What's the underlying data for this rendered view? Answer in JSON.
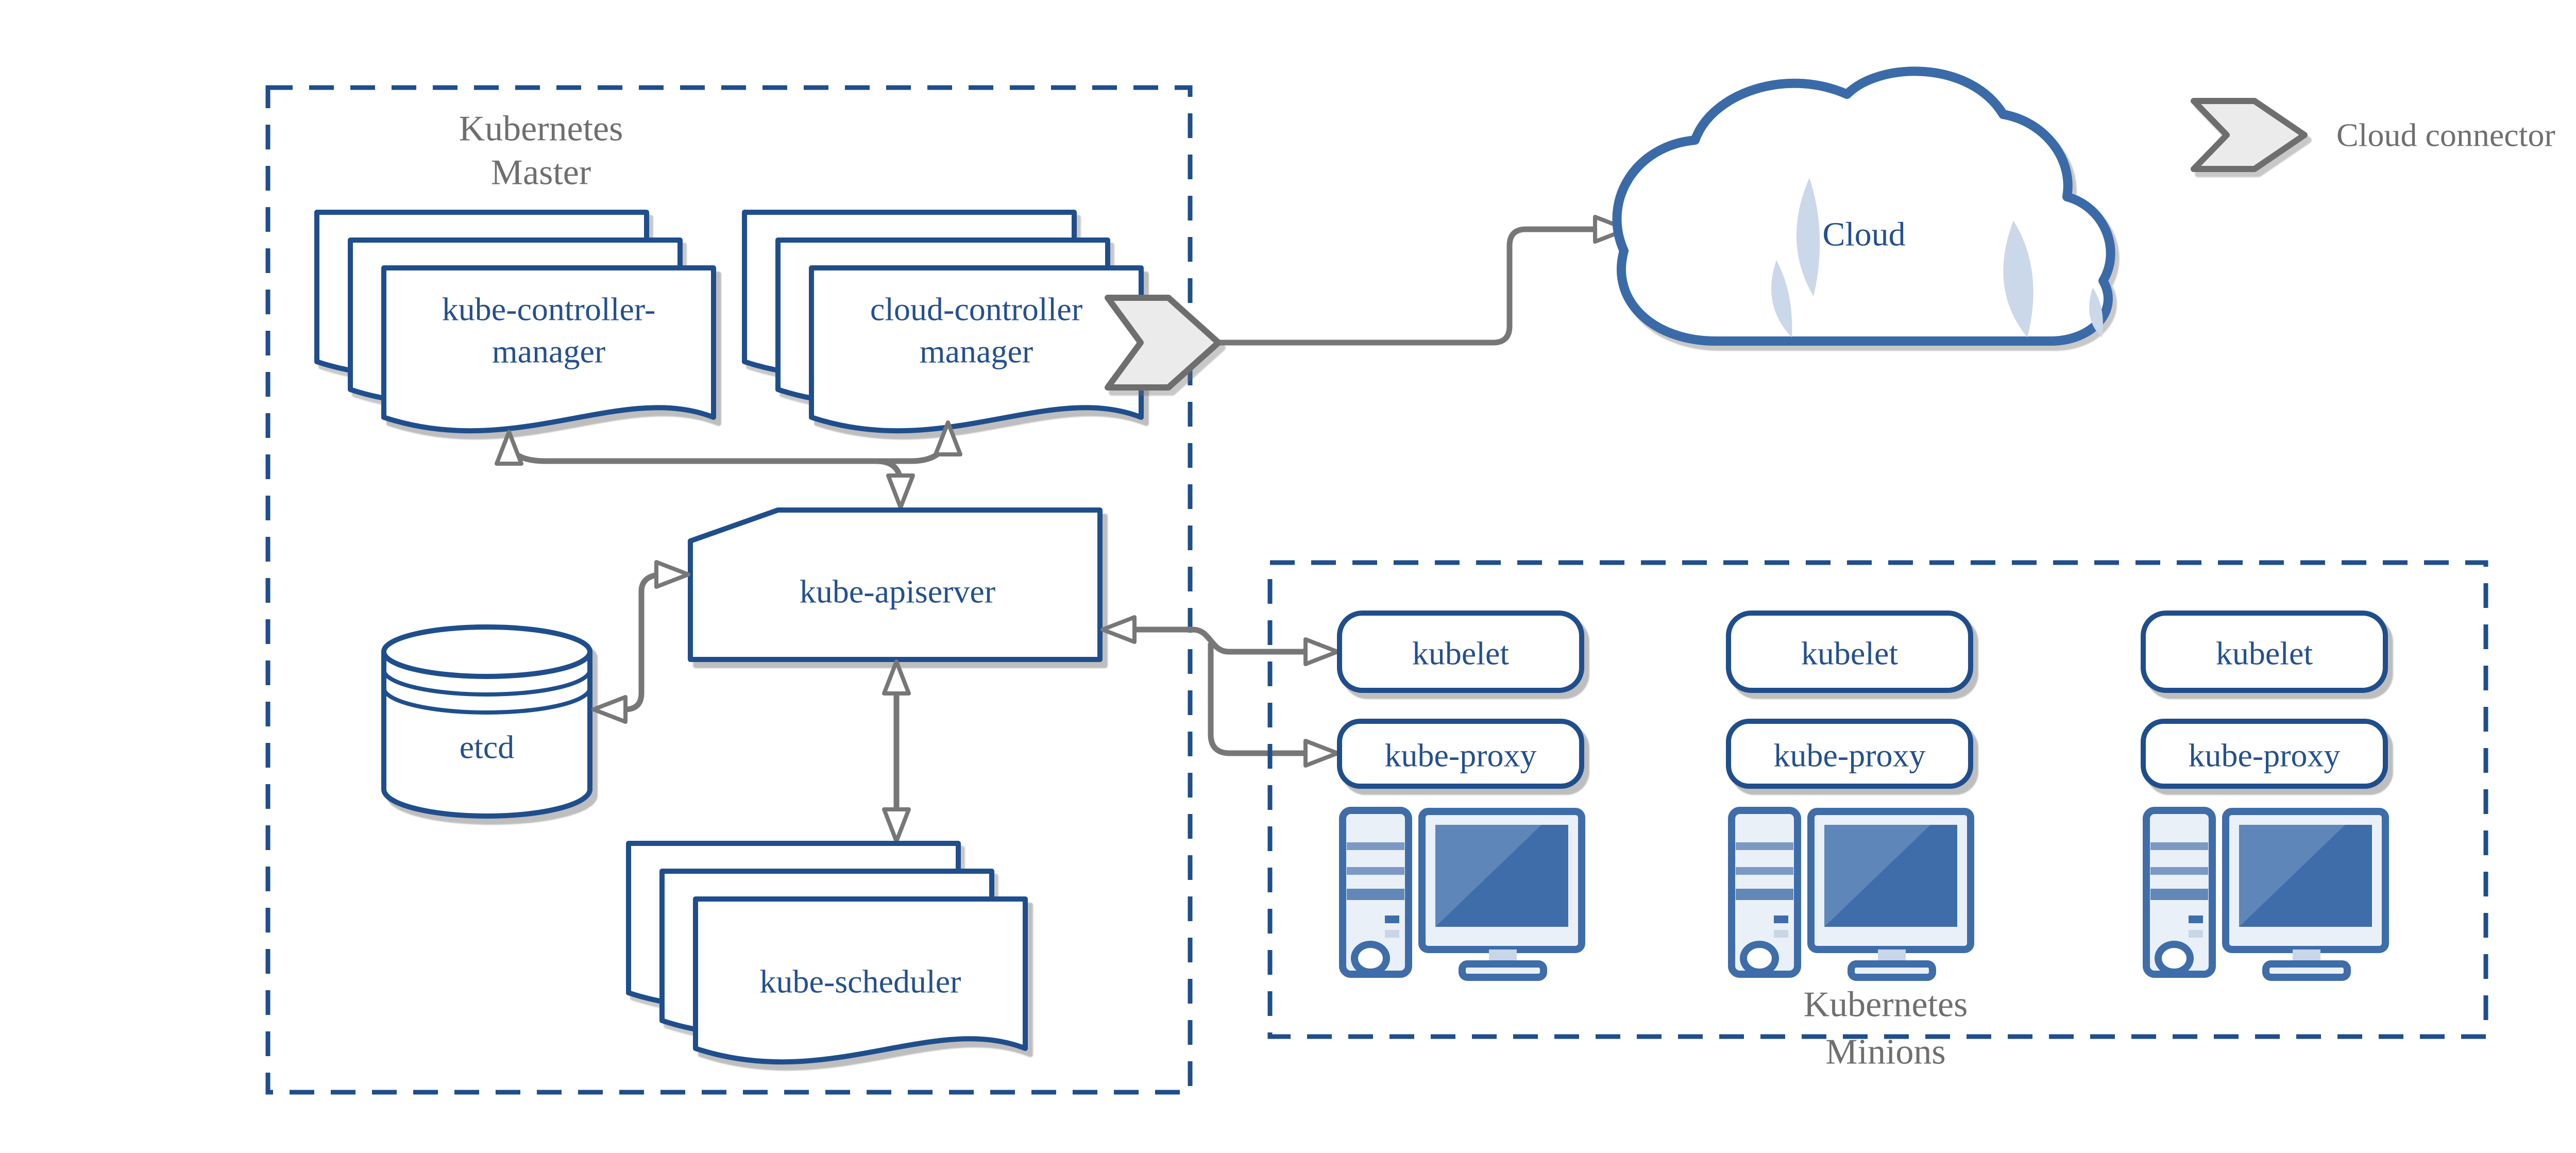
{
  "colors": {
    "node_border_blue": "#1f4e8c",
    "label_blue": "#24508f",
    "cloud_border_blue": "#3a6ba8",
    "icon_blue": "#3e6da9",
    "icon_light_fill": "#eaf0f8",
    "screen_highlight": "#5f86b9",
    "crescent_blue": "#cbd8ea",
    "connector_gray": "#777777",
    "gray_text": "#6f6f6f",
    "chevron_fill": "#ebebeb",
    "chevron_border": "#6e6e6e"
  },
  "master": {
    "title": {
      "line1": "Kubernetes",
      "line2": "Master"
    },
    "kube_controller_manager": {
      "line1": "kube-controller-",
      "line2": "manager"
    },
    "cloud_controller_manager": {
      "line1": "cloud-controller",
      "line2": "manager"
    },
    "kube_apiserver": {
      "label": "kube-apiserver"
    },
    "etcd": {
      "label": "etcd"
    },
    "kube_scheduler": {
      "label": "kube-scheduler"
    }
  },
  "cloud": {
    "label": "Cloud"
  },
  "legend": {
    "label": "Cloud connector",
    "icon": "cloud-connector-chevron-icon"
  },
  "minions": {
    "title": {
      "line1": "Kubernetes",
      "line2": "Minions"
    },
    "nodes": [
      {
        "kubelet": "kubelet",
        "kube_proxy": "kube-proxy"
      },
      {
        "kubelet": "kubelet",
        "kube_proxy": "kube-proxy"
      },
      {
        "kubelet": "kubelet",
        "kube_proxy": "kube-proxy"
      }
    ]
  }
}
